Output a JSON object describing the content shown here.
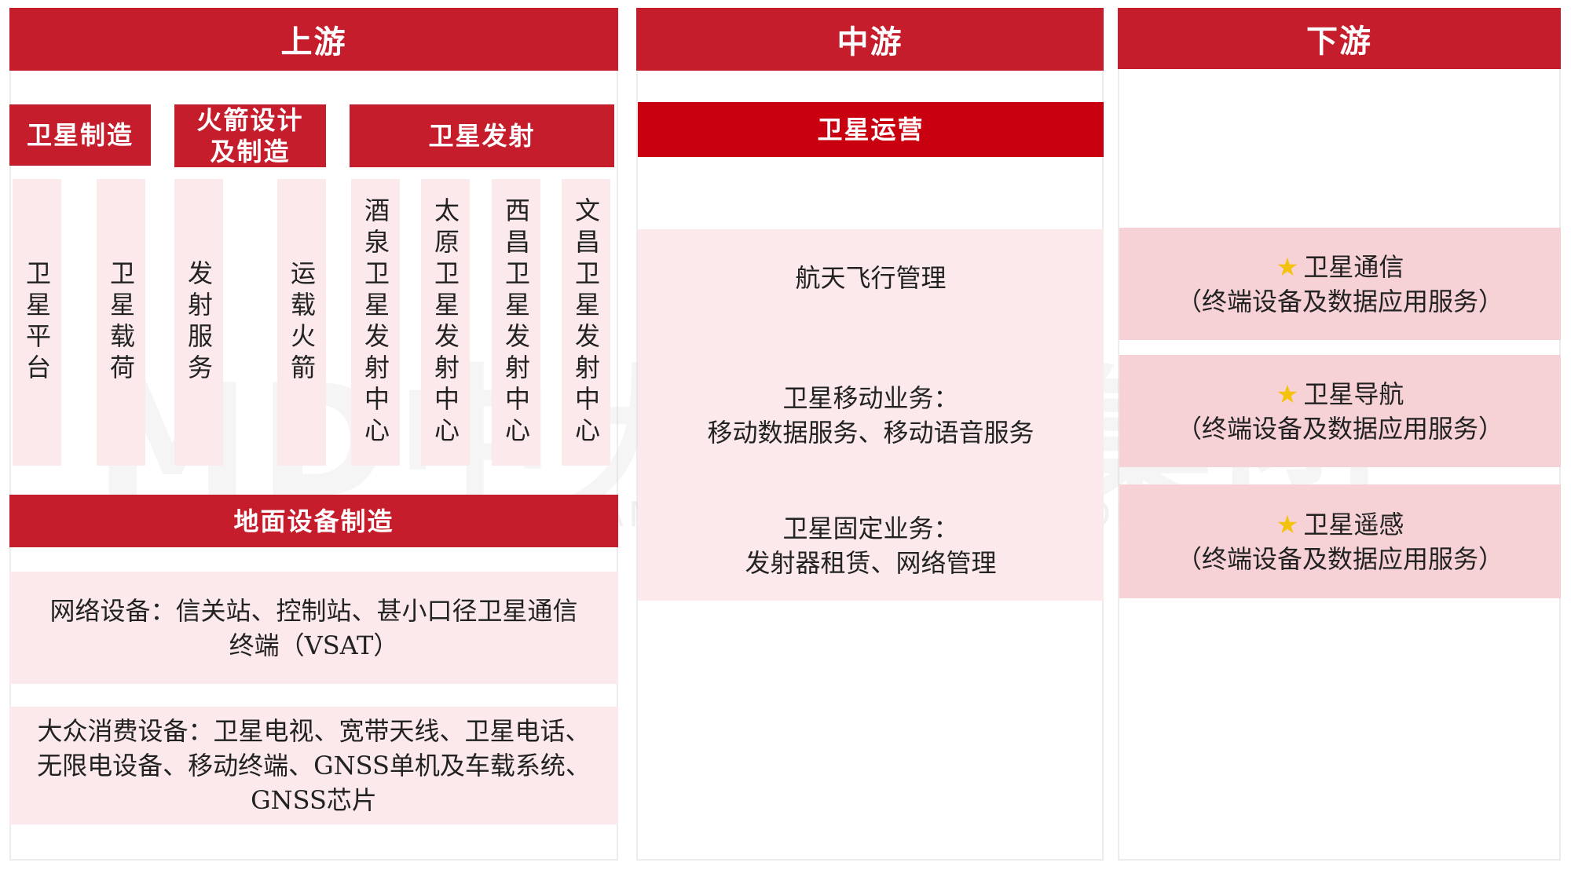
{
  "upstream": {
    "header": "上游",
    "satellite_manufacturing": {
      "header": "卫星制造",
      "items": [
        "卫星平台",
        "卫星载荷"
      ]
    },
    "rocket_design": {
      "header_line1": "火箭设计",
      "header_line2": "及制造",
      "items": [
        "发射服务",
        "运载火箭"
      ]
    },
    "satellite_launch": {
      "header": "卫星发射",
      "items": [
        "酒泉卫星发射中心",
        "太原卫星发射中心",
        "西昌卫星发射中心",
        "文昌卫星发射中心"
      ]
    },
    "ground_equipment": {
      "header": "地面设备制造",
      "items": [
        "网络设备：信关站、控制站、甚小口径卫星通信终端（VSAT）",
        "大众消费设备：卫星电视、宽带天线、卫星电话、无限电设备、移动终端、GNSS单机及车载系统、GNSS芯片"
      ]
    }
  },
  "midstream": {
    "header": "中游",
    "operations": {
      "header": "卫星运营",
      "items": [
        {
          "line1": "航天飞行管理",
          "line2": ""
        },
        {
          "line1": "卫星移动业务：",
          "line2": "移动数据服务、移动语音服务"
        },
        {
          "line1": "卫星固定业务：",
          "line2": "发射器租赁、网络管理"
        }
      ]
    }
  },
  "downstream": {
    "header": "下游",
    "items": [
      {
        "icon": "star-icon",
        "title": "卫星通信",
        "subtitle": "（终端设备及数据应用服务）"
      },
      {
        "icon": "star-icon",
        "title": "卫星导航",
        "subtitle": "（终端设备及数据应用服务）"
      },
      {
        "icon": "star-icon",
        "title": "卫星遥感",
        "subtitle": "（终端设备及数据应用服务）"
      }
    ]
  },
  "watermark": {
    "main": "MD中大咨询集团",
    "sub": "MANAGEMENT PROFESSIONAL GROUP"
  },
  "colors": {
    "header_red": "#c61d2c",
    "light_pink": "#fbe9eb",
    "medium_pink": "#f6d1d6",
    "star": "#f4c20d"
  }
}
